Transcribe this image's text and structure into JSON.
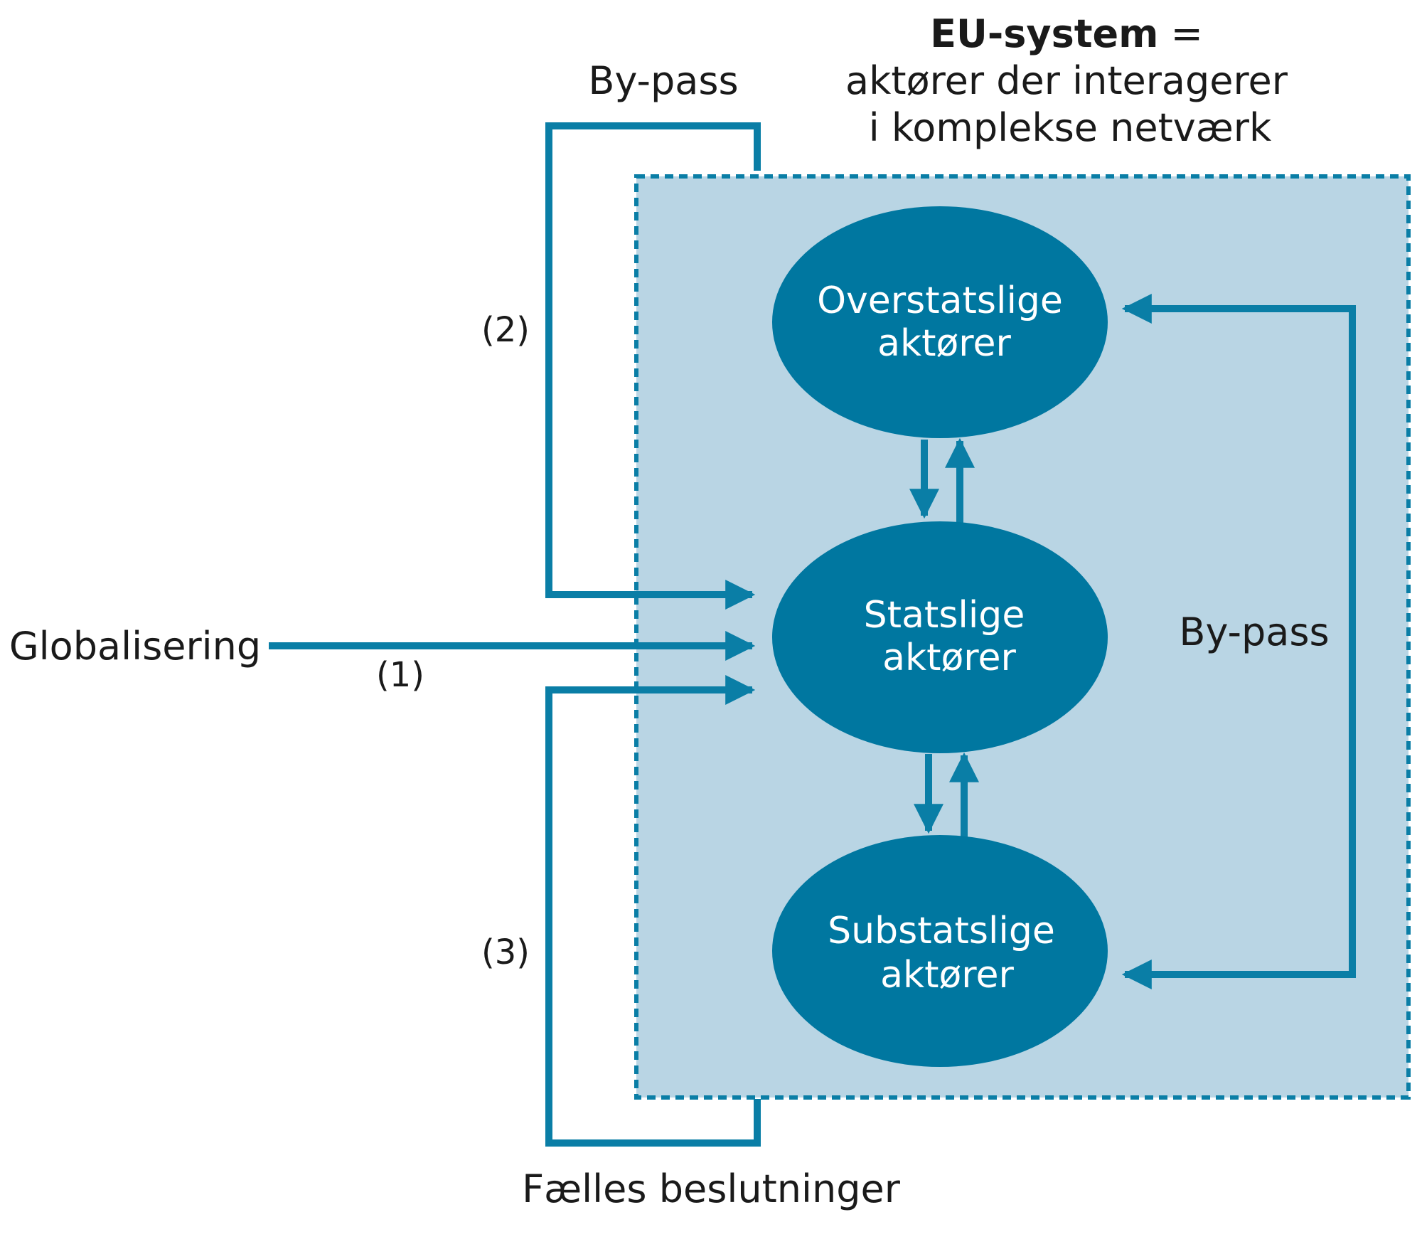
{
  "header": {
    "title_bold": "EU-system",
    "title_suffix": " =",
    "line2": "aktører der interagerer",
    "line3": "i komplekse netværk"
  },
  "labels": {
    "bypass_top": "By-pass",
    "bypass_right": "By-pass",
    "globalisering": "Globalisering",
    "fælles": "Fælles beslutninger",
    "num_1": "(1)",
    "num_2": "(2)",
    "num_3": "(3)"
  },
  "nodes": {
    "overstatslige": {
      "line1": "Overstatslige",
      "line2": "aktører"
    },
    "statslige": {
      "line1": "Statslige",
      "line2": "aktører"
    },
    "substatslige": {
      "line1": "Substatslige",
      "line2": "aktører"
    }
  },
  "colors": {
    "node_fill": "#0077a0",
    "arrow": "#0a7ea6",
    "panel_fill": "#b9d5e4",
    "panel_border": "#0a7ea6"
  }
}
